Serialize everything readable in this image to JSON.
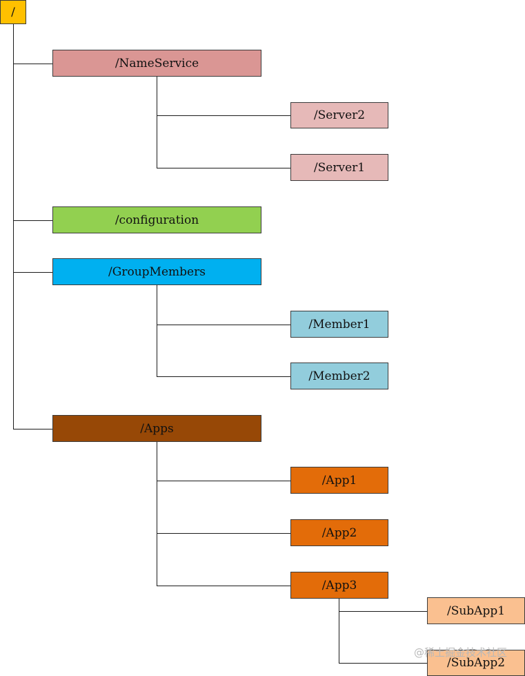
{
  "tree": {
    "nodes": [
      {
        "id": "root",
        "label": "/",
        "color": "#ffc000"
      },
      {
        "id": "nameservice",
        "label": "/NameService",
        "color": "#da9694"
      },
      {
        "id": "server2",
        "label": "/Server2",
        "color": "#e6b9b8"
      },
      {
        "id": "server1",
        "label": "/Server1",
        "color": "#e6b9b8"
      },
      {
        "id": "configuration",
        "label": "/configuration",
        "color": "#92d050"
      },
      {
        "id": "groupmembers",
        "label": "/GroupMembers",
        "color": "#00b0f0"
      },
      {
        "id": "member1",
        "label": "/Member1",
        "color": "#92cddc"
      },
      {
        "id": "member2",
        "label": "/Member2",
        "color": "#92cddc"
      },
      {
        "id": "apps",
        "label": "/Apps",
        "color": "#974806"
      },
      {
        "id": "app1",
        "label": "/App1",
        "color": "#e36c09"
      },
      {
        "id": "app2",
        "label": "/App2",
        "color": "#e36c09"
      },
      {
        "id": "app3",
        "label": "/App3",
        "color": "#e36c09"
      },
      {
        "id": "subapp1",
        "label": "/SubApp1",
        "color": "#fac090"
      },
      {
        "id": "subapp2",
        "label": "/SubApp2",
        "color": "#fac090"
      }
    ],
    "edges": [
      [
        "root",
        "nameservice"
      ],
      [
        "root",
        "configuration"
      ],
      [
        "root",
        "groupmembers"
      ],
      [
        "root",
        "apps"
      ],
      [
        "nameservice",
        "server2"
      ],
      [
        "nameservice",
        "server1"
      ],
      [
        "groupmembers",
        "member1"
      ],
      [
        "groupmembers",
        "member2"
      ],
      [
        "apps",
        "app1"
      ],
      [
        "apps",
        "app2"
      ],
      [
        "apps",
        "app3"
      ],
      [
        "app3",
        "subapp1"
      ],
      [
        "app3",
        "subapp2"
      ]
    ]
  },
  "watermark": "@稀土掘金技术社区"
}
